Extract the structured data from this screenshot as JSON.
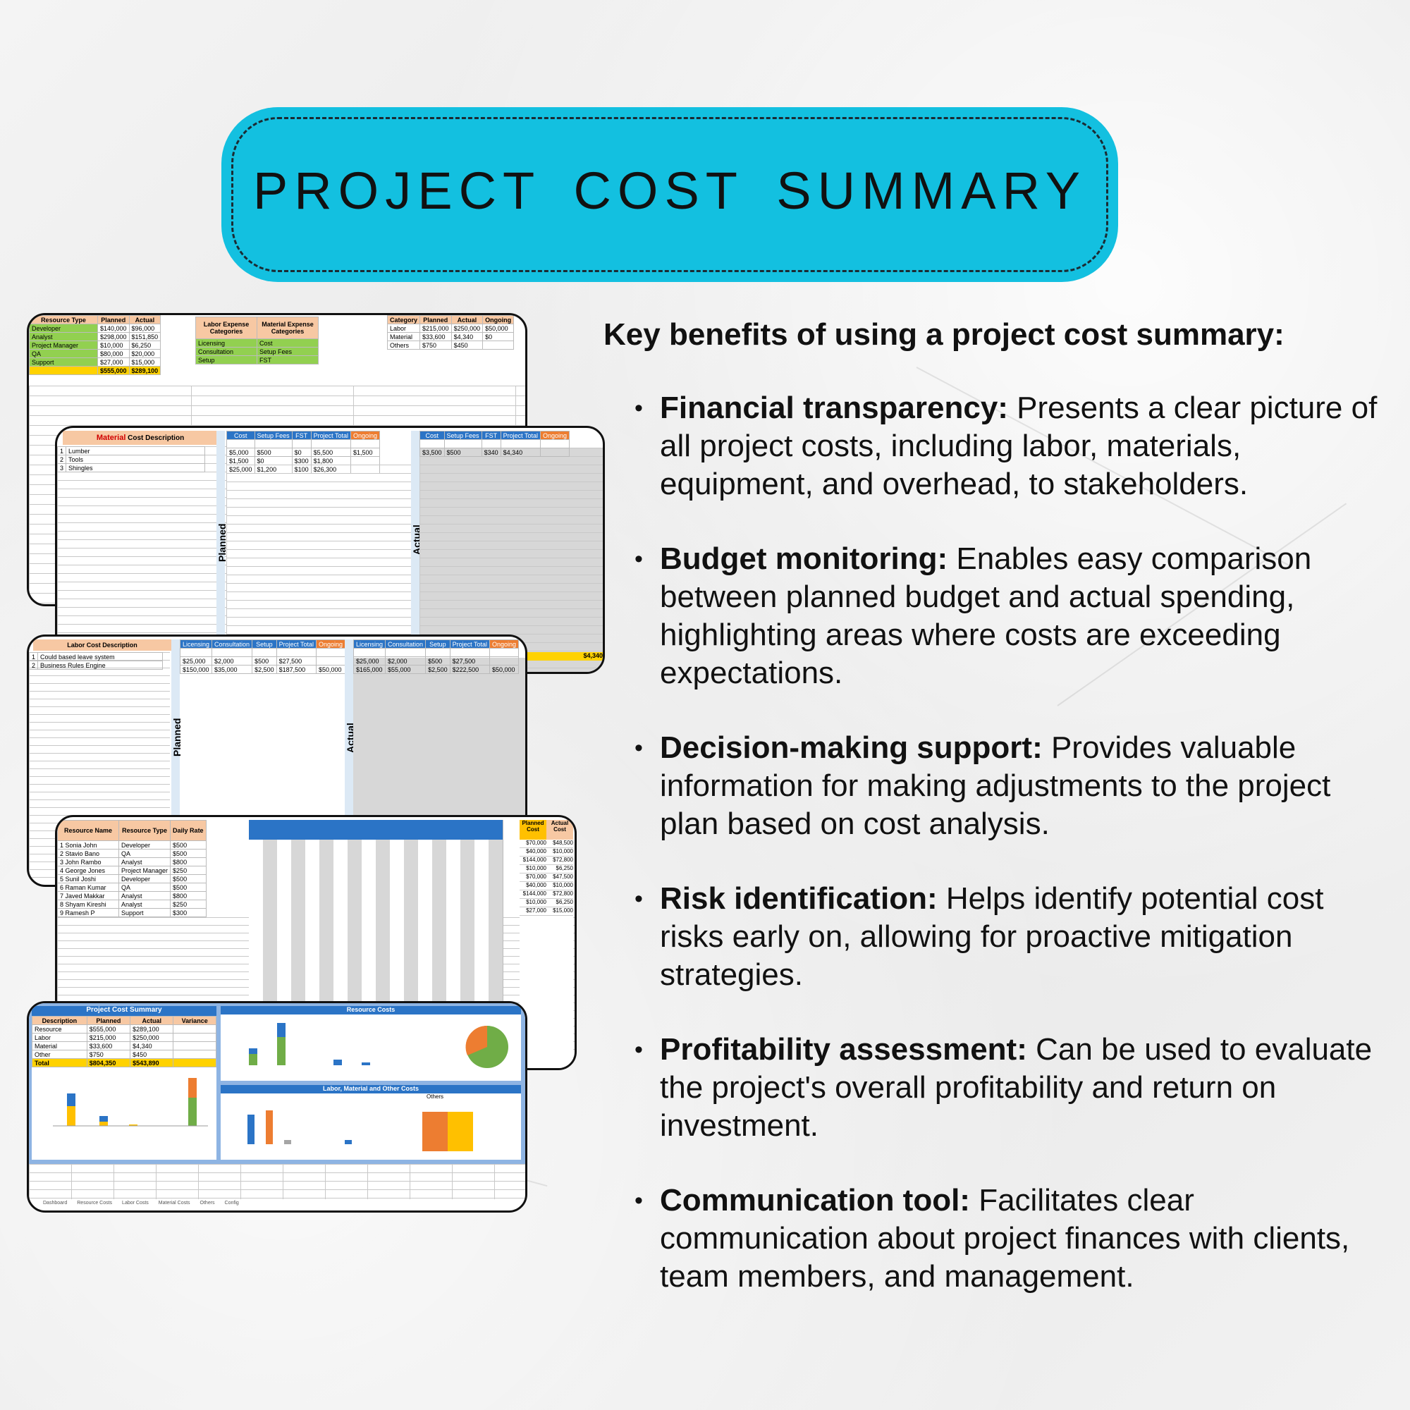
{
  "title": "PROJECT   COST SUMMARY",
  "benefits_heading": "Key benefits of using a project cost summary:",
  "benefits": [
    {
      "term": "Financial transparency:",
      "text": " Presents a clear picture of all project costs, including labor, materials, equipment, and overhead, to stakeholders."
    },
    {
      "term": "Budget monitoring:",
      "text": " Enables easy comparison between planned budget and actual spending, highlighting areas where costs are exceeding expectations."
    },
    {
      "term": "Decision-making support:",
      "text": " Provides valuable information for making adjustments to the project plan based on cost analysis."
    },
    {
      "term": "Risk identification:",
      "text": " Helps identify potential cost risks early on, allowing for proactive mitigation strategies."
    },
    {
      "term": "Profitability assessment:",
      "text": " Can be used to evaluate the project's overall profitability and return on investment."
    },
    {
      "term": "Communication tool:",
      "text": " Facilitates clear communication about project finances with clients, team members, and management."
    }
  ],
  "sheet_resource": {
    "headers": [
      "Resource Type",
      "Planned",
      "Actual"
    ],
    "rows": [
      [
        "Developer",
        "$140,000",
        "$96,000"
      ],
      [
        "Analyst",
        "$298,000",
        "$151,850"
      ],
      [
        "Project Manager",
        "$10,000",
        "$6,250"
      ],
      [
        "QA",
        "$80,000",
        "$20,000"
      ],
      [
        "Support",
        "$27,000",
        "$15,000"
      ]
    ],
    "total": [
      "",
      "$555,000",
      "$289,100"
    ],
    "labor_header": "Labor Expense Categories",
    "labor_items": [
      "Licensing",
      "Consultation",
      "Setup"
    ],
    "material_header": "Material Expense Categories",
    "material_items": [
      "Cost",
      "Setup Fees",
      "FST"
    ],
    "cat_headers": [
      "Category",
      "Planned",
      "Actual",
      "Ongoing"
    ],
    "cat_rows": [
      [
        "Labor",
        "$215,000",
        "$250,000",
        "$50,000"
      ],
      [
        "Material",
        "$33,600",
        "$4,340",
        "$0"
      ],
      [
        "Others",
        "$750",
        "$450",
        ""
      ]
    ]
  },
  "sheet_material": {
    "title_red": "Material",
    "title_rest": " Cost Description",
    "cols": [
      "Cost",
      "Setup Fees",
      "FST",
      "Project Total",
      "Ongoing"
    ],
    "rows": [
      [
        "Lumber",
        "$5,000",
        "$500",
        "$0",
        "$5,500",
        "$1,500"
      ],
      [
        "Tools",
        "$1,500",
        "$0",
        "$300",
        "$1,800",
        ""
      ],
      [
        "Shingles",
        "$25,000",
        "$1,200",
        "$100",
        "$26,300",
        ""
      ]
    ],
    "actual_first": [
      "$3,500",
      "$500",
      "$340",
      "$4,340"
    ],
    "planned_label": "Planned",
    "actual_label": "Actual",
    "total_actual": "$4,340"
  },
  "sheet_labor": {
    "title_red": "Labor",
    "title_rest": " Cost Description",
    "cols": [
      "Licensing",
      "Consultation",
      "Setup",
      "Project Total",
      "Ongoing"
    ],
    "rows": [
      [
        "Could based leave system",
        "$25,000",
        "$2,000",
        "$500",
        "$27,500",
        ""
      ],
      [
        "Business Rules Engine",
        "$150,000",
        "$35,000",
        "$2,500",
        "$187,500",
        "$50,000"
      ]
    ],
    "actual_rows": [
      [
        "$25,000",
        "$2,000",
        "$500",
        "$27,500",
        ""
      ],
      [
        "$165,000",
        "$55,000",
        "$2,500",
        "$222,500",
        "$50,000"
      ]
    ],
    "planned_label": "Planned",
    "actual_label": "Actual"
  },
  "sheet_team": {
    "headers": [
      "Resource Name",
      "Resource Type",
      "Daily Rate"
    ],
    "rows": [
      [
        "Sonia John",
        "Developer",
        "$500",
        "$70,000",
        "$48,500"
      ],
      [
        "Stavio Bano",
        "QA",
        "$500",
        "$40,000",
        "$10,000"
      ],
      [
        "John Rambo",
        "Analyst",
        "$800",
        "$144,000",
        "$72,800"
      ],
      [
        "George Jones",
        "Project Manager",
        "$250",
        "$10,000",
        "$6,250"
      ],
      [
        "Sunil Joshi",
        "Developer",
        "$500",
        "$70,000",
        "$47,500"
      ],
      [
        "Raman Kumar",
        "QA",
        "$500",
        "$40,000",
        "$10,000"
      ],
      [
        "Javed Makkar",
        "Analyst",
        "$800",
        "$144,000",
        "$72,800"
      ],
      [
        "Shyam Kireshi",
        "Analyst",
        "$250",
        "$10,000",
        "$6,250"
      ],
      [
        "Ramesh P",
        "Support",
        "$300",
        "$27,000",
        "$15,000"
      ]
    ],
    "planned_cost": "Planned Cost",
    "actual_cost": "Actual Cost"
  },
  "sheet_dashboard": {
    "title": "Project Cost Summary",
    "headers": [
      "Description",
      "Planned",
      "Actual",
      "Variance"
    ],
    "rows": [
      [
        "Resource",
        "$555,000",
        "$289,100"
      ],
      [
        "Labor",
        "$215,000",
        "$250,000"
      ],
      [
        "Material",
        "$33,600",
        "$4,340"
      ],
      [
        "Other",
        "$750",
        "$450"
      ]
    ],
    "total": [
      "Total",
      "$804,350",
      "$543,890"
    ],
    "resource_costs": "Resource Costs",
    "lmo_costs": "Labor, Material and Other Costs",
    "others": "Others",
    "tabs": [
      "Dashboard",
      "Resource Costs",
      "Labor Costs",
      "Material Costs",
      "Others",
      "Config"
    ]
  },
  "colors": {
    "banner": "#13c0e0",
    "blue": "#2b74c6",
    "orange": "#ed7d31",
    "green": "#70ad47",
    "yellow": "#ffc000",
    "peach": "#f7c8a3"
  }
}
